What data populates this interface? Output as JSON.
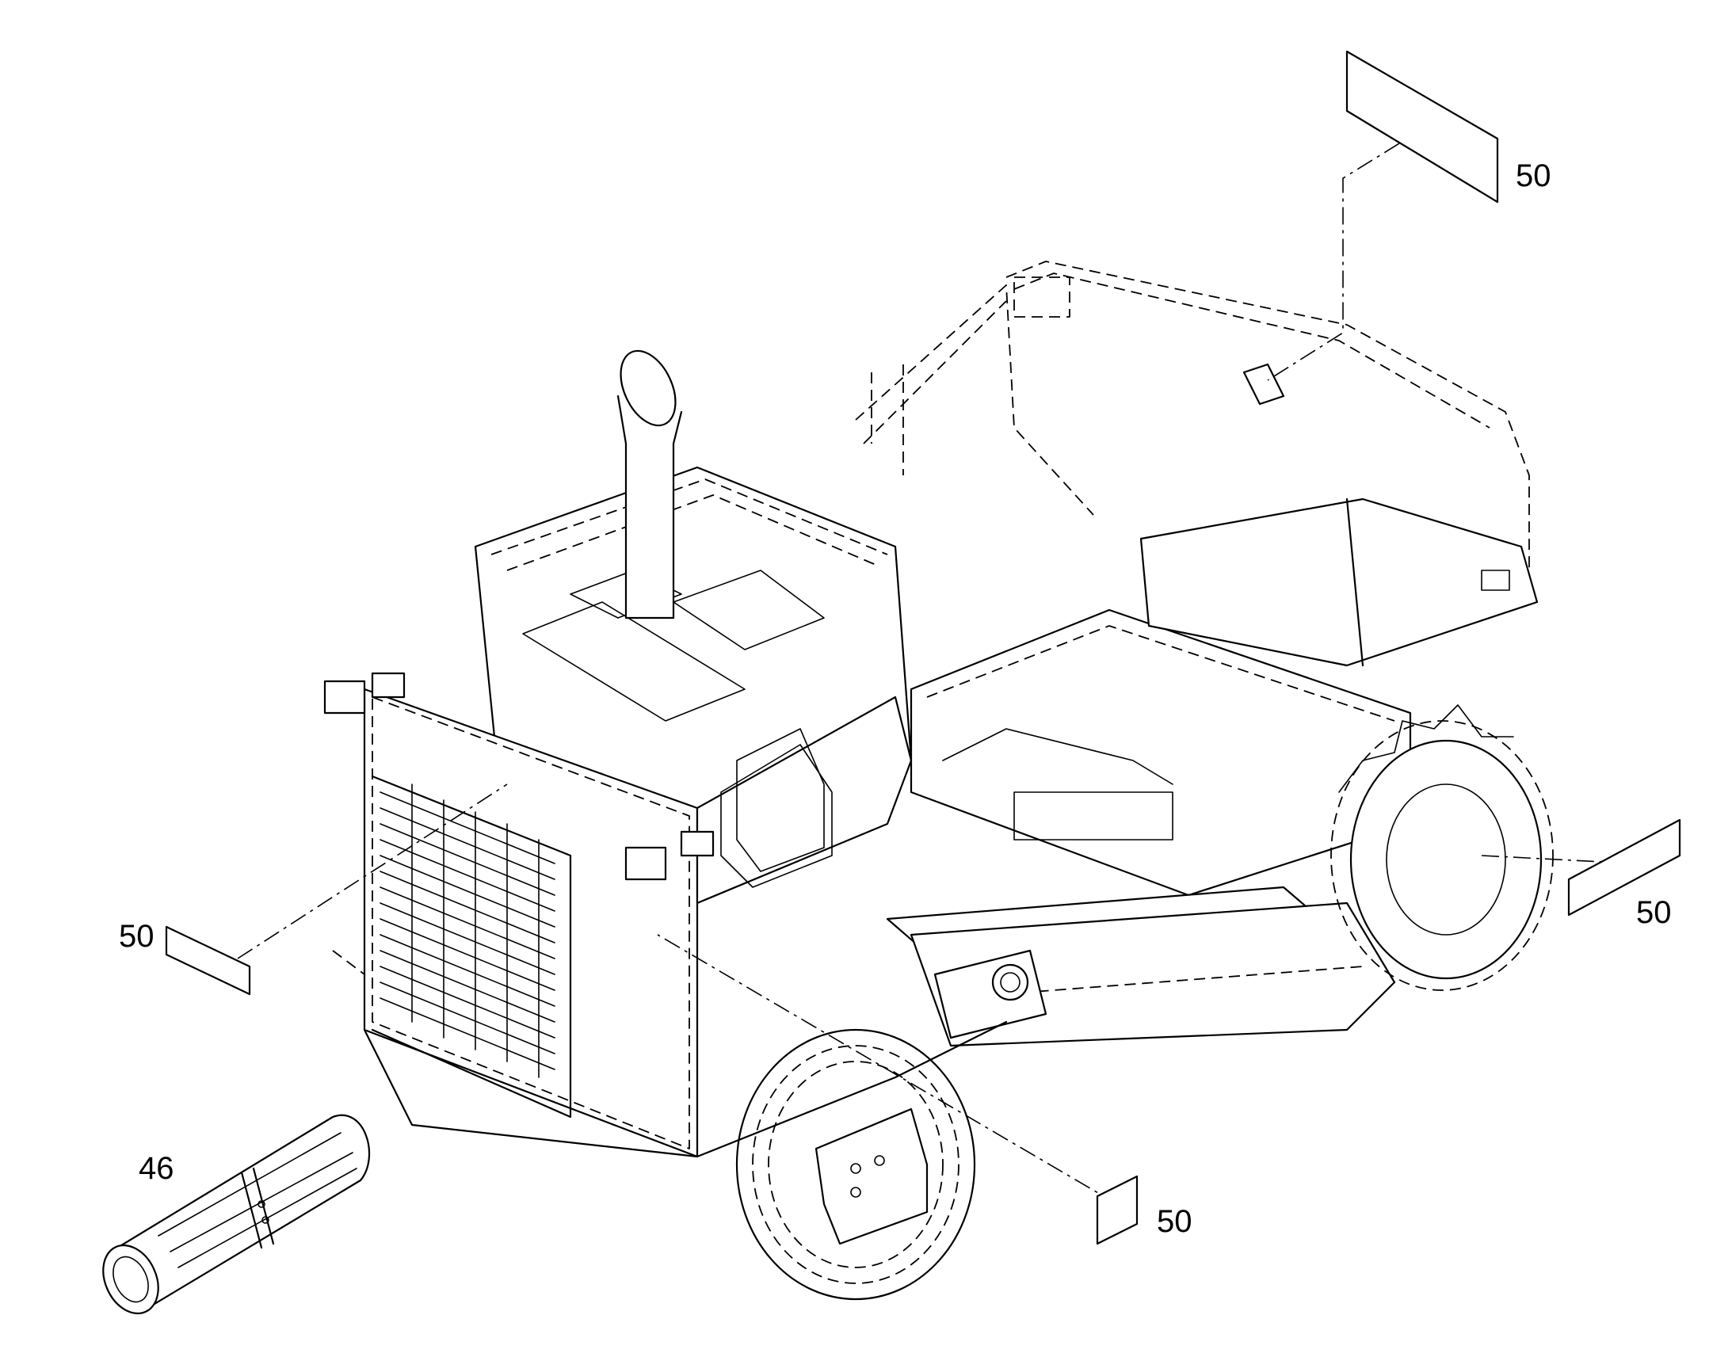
{
  "callouts": [
    {
      "id": "top-right",
      "label": "50"
    },
    {
      "id": "right",
      "label": "50"
    },
    {
      "id": "left",
      "label": "50"
    },
    {
      "id": "bottom",
      "label": "50"
    },
    {
      "id": "roll",
      "label": "46"
    }
  ],
  "colors": {
    "line": "#000000",
    "background": "#ffffff"
  }
}
